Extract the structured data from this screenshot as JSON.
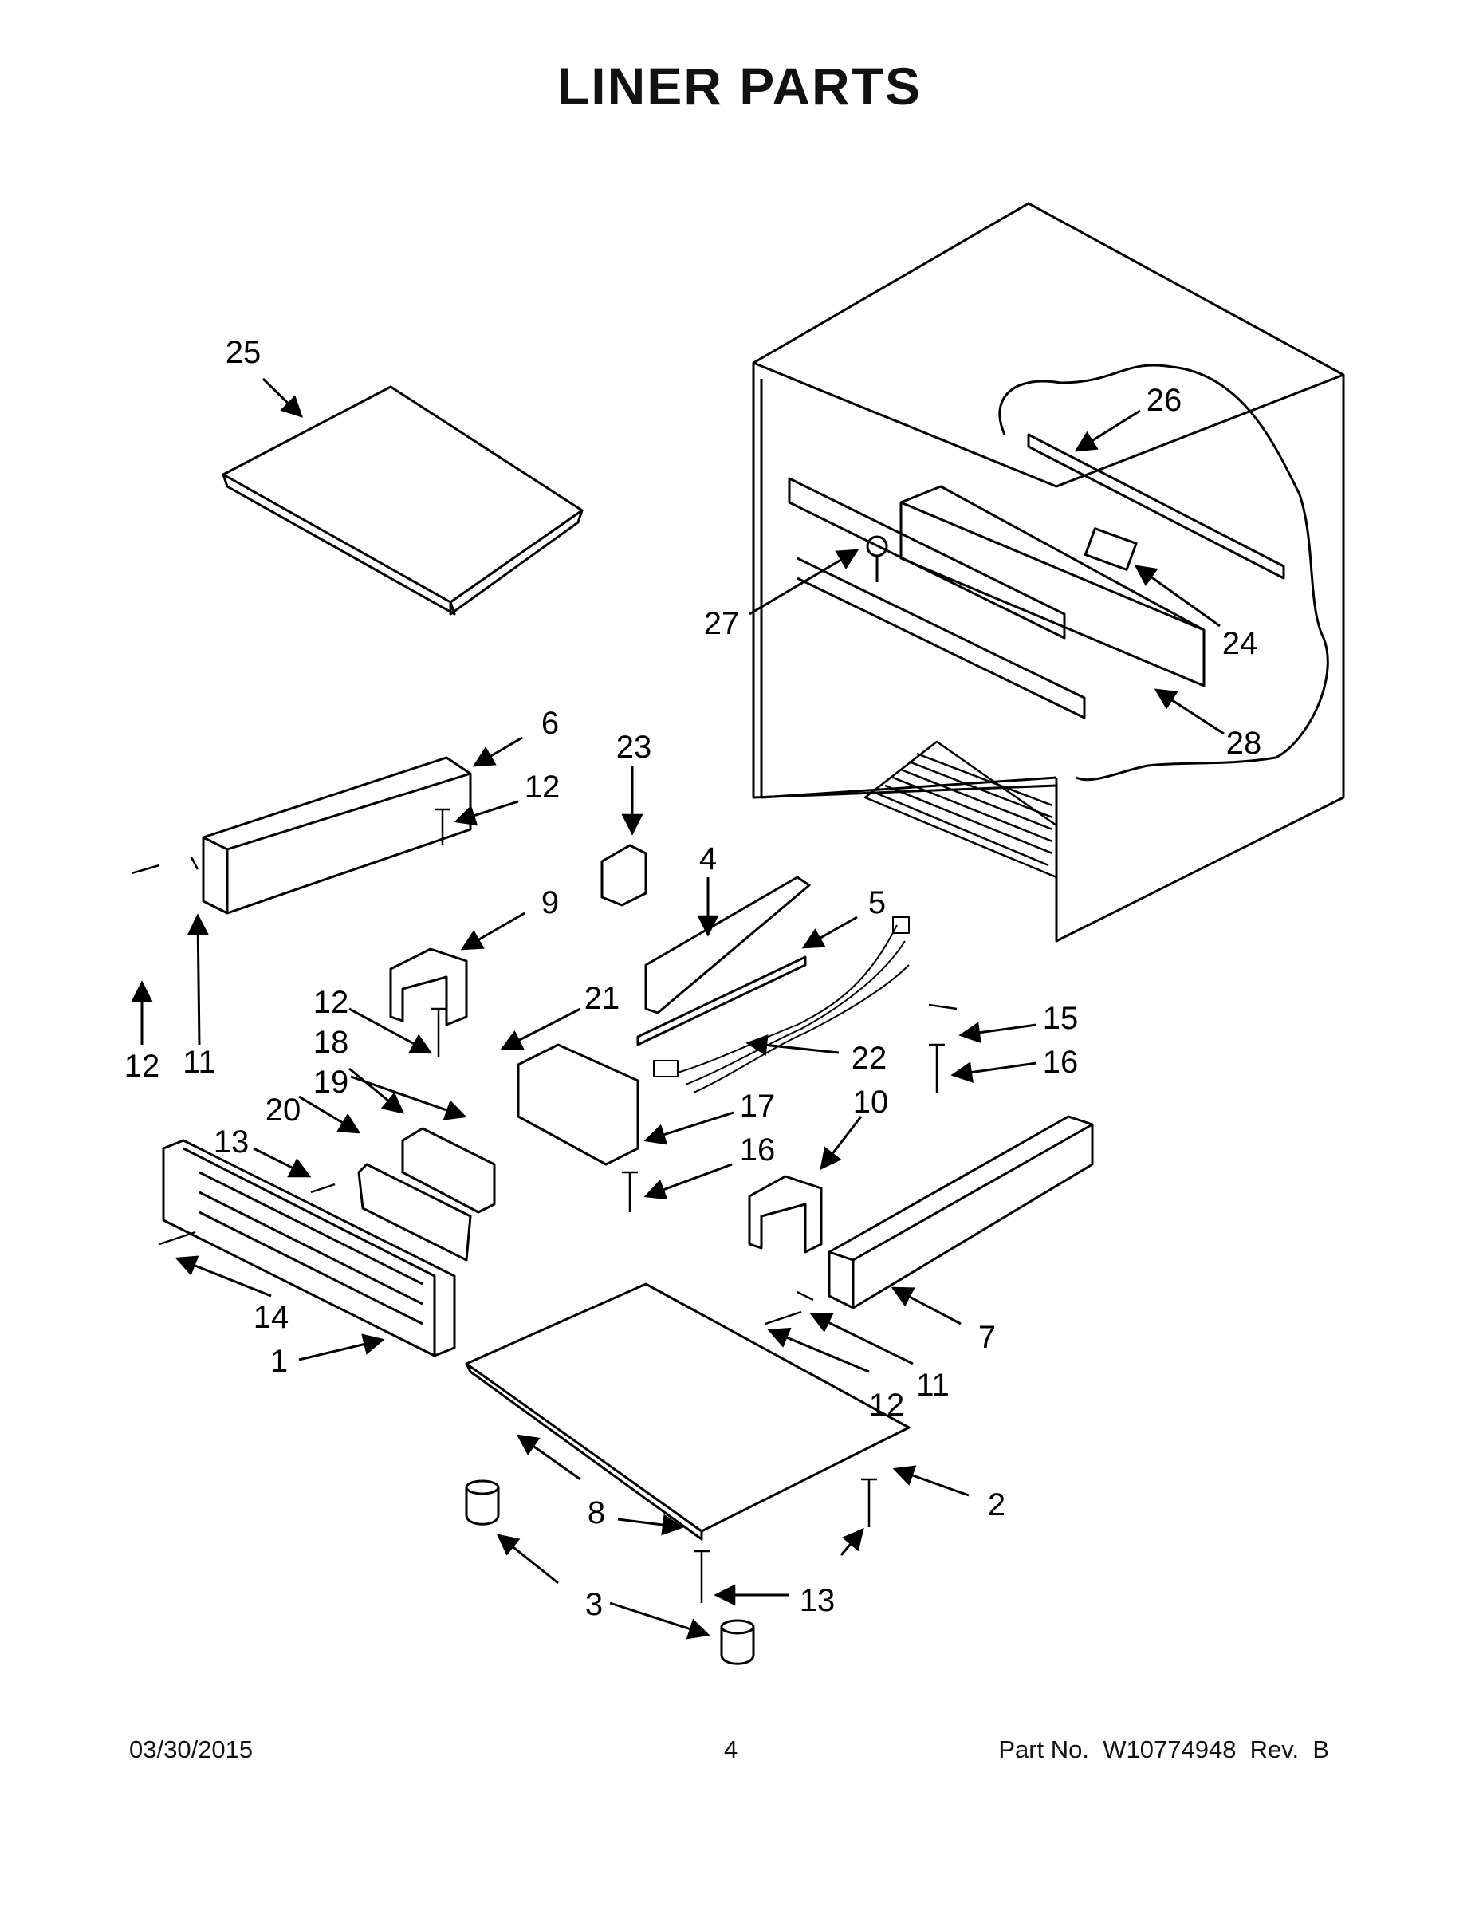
{
  "title": "LINER PARTS",
  "footer": {
    "date": "03/30/2015",
    "page": "4",
    "part_no": "Part No.  W10774948  Rev.  B"
  },
  "callouts": [
    {
      "id": "c25",
      "text": "25"
    },
    {
      "id": "c26",
      "text": "26"
    },
    {
      "id": "c27",
      "text": "27"
    },
    {
      "id": "c24",
      "text": "24"
    },
    {
      "id": "c28",
      "text": "28"
    },
    {
      "id": "c6",
      "text": "6"
    },
    {
      "id": "c12a",
      "text": "12"
    },
    {
      "id": "c23",
      "text": "23"
    },
    {
      "id": "c4",
      "text": "4"
    },
    {
      "id": "c9",
      "text": "9"
    },
    {
      "id": "c5",
      "text": "5"
    },
    {
      "id": "c11a",
      "text": "11"
    },
    {
      "id": "c12b",
      "text": "12"
    },
    {
      "id": "c12c",
      "text": "12"
    },
    {
      "id": "c21",
      "text": "21"
    },
    {
      "id": "c18",
      "text": "18"
    },
    {
      "id": "c15",
      "text": "15"
    },
    {
      "id": "c22",
      "text": "22"
    },
    {
      "id": "c16a",
      "text": "16"
    },
    {
      "id": "c19",
      "text": "19"
    },
    {
      "id": "c20",
      "text": "20"
    },
    {
      "id": "c17",
      "text": "17"
    },
    {
      "id": "c10",
      "text": "10"
    },
    {
      "id": "c13a",
      "text": "13"
    },
    {
      "id": "c16b",
      "text": "16"
    },
    {
      "id": "c14",
      "text": "14"
    },
    {
      "id": "c1",
      "text": "1"
    },
    {
      "id": "c7",
      "text": "7"
    },
    {
      "id": "c11b",
      "text": "11"
    },
    {
      "id": "c12d",
      "text": "12"
    },
    {
      "id": "c2",
      "text": "2"
    },
    {
      "id": "c8",
      "text": "8"
    },
    {
      "id": "c3",
      "text": "3"
    },
    {
      "id": "c13b",
      "text": "13"
    }
  ]
}
